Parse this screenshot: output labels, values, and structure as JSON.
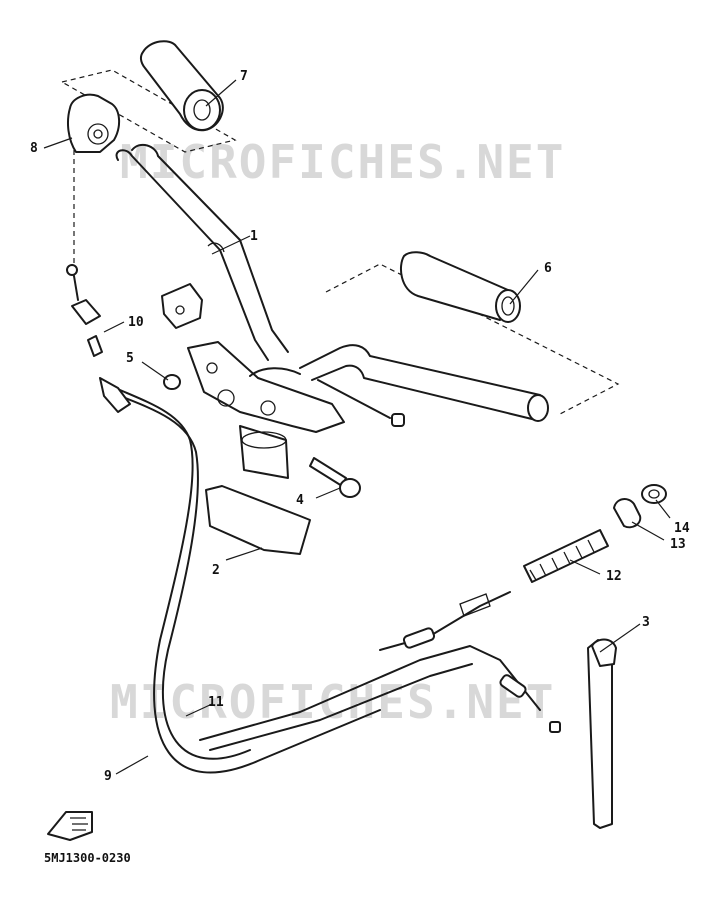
{
  "watermark": "MICROFICHES.NET",
  "diagram_code": "5MJ1300-0230",
  "callouts": [
    "1",
    "2",
    "3",
    "4",
    "5",
    "6",
    "7",
    "8",
    "9",
    "10",
    "11",
    "12",
    "13",
    "14"
  ]
}
